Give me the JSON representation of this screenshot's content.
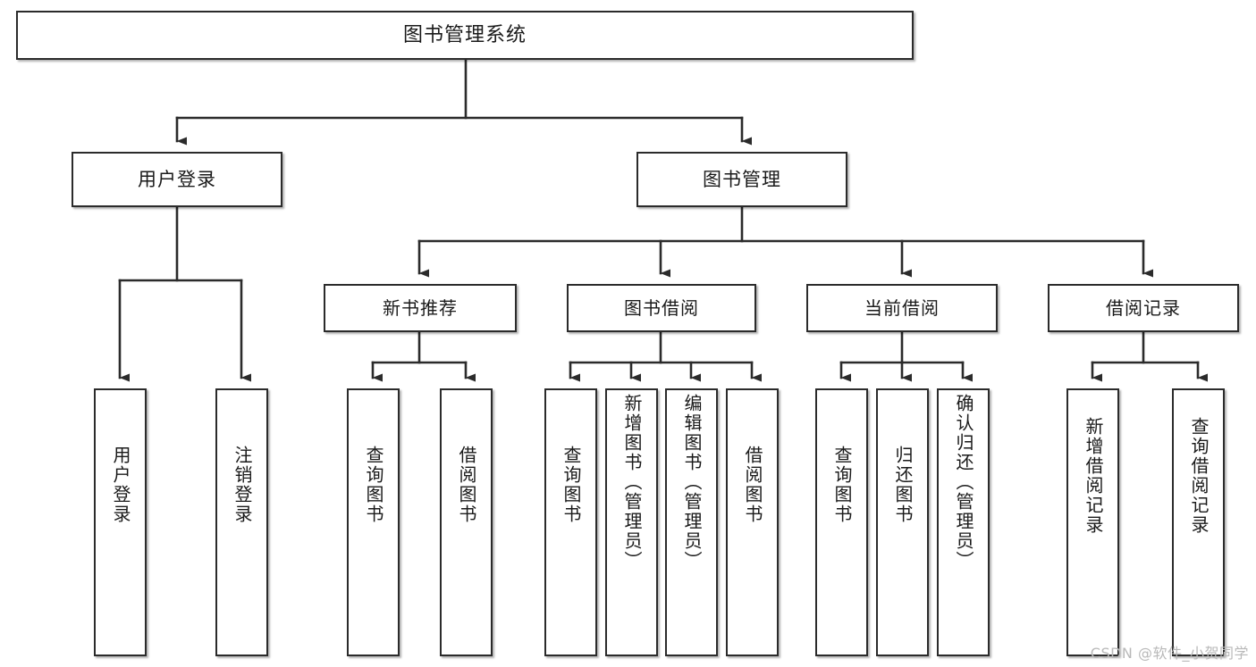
{
  "diagram": {
    "title": "图书管理系统",
    "type": "tree-hierarchy-chart",
    "stroke_color": "#2b2b2b",
    "fill_color": "#ffffff",
    "text_color": "#1a1a1a",
    "root": {
      "id": "root",
      "label": "图书管理系统"
    },
    "level1": [
      {
        "id": "user-login",
        "label": "用户登录"
      },
      {
        "id": "book-manage",
        "label": "图书管理"
      }
    ],
    "level2": [
      {
        "id": "new-book-recommend",
        "label": "新书推荐",
        "parent": "book-manage"
      },
      {
        "id": "book-borrow",
        "label": "图书借阅",
        "parent": "book-manage"
      },
      {
        "id": "current-borrow",
        "label": "当前借阅",
        "parent": "book-manage"
      },
      {
        "id": "borrow-record",
        "label": "借阅记录",
        "parent": "book-manage"
      }
    ],
    "leaves": [
      {
        "id": "leaf-user-login",
        "label": "用户登录",
        "parent": "user-login"
      },
      {
        "id": "leaf-user-logout",
        "label": "注销登录",
        "parent": "user-login"
      },
      {
        "id": "leaf-query-book-1",
        "label": "查询图书",
        "parent": "new-book-recommend"
      },
      {
        "id": "leaf-borrow-book-1",
        "label": "借阅图书",
        "parent": "new-book-recommend"
      },
      {
        "id": "leaf-query-book-2",
        "label": "查询图书",
        "parent": "book-borrow"
      },
      {
        "id": "leaf-add-book",
        "label": "新增图书（管理员）",
        "parent": "book-borrow"
      },
      {
        "id": "leaf-edit-book",
        "label": "编辑图书（管理员）",
        "parent": "book-borrow"
      },
      {
        "id": "leaf-borrow-book-2",
        "label": "借阅图书",
        "parent": "book-borrow"
      },
      {
        "id": "leaf-query-book-3",
        "label": "查询图书",
        "parent": "current-borrow"
      },
      {
        "id": "leaf-return-book",
        "label": "归还图书",
        "parent": "current-borrow"
      },
      {
        "id": "leaf-confirm-return",
        "label": "确认归还（管理员）",
        "parent": "current-borrow"
      },
      {
        "id": "leaf-add-record",
        "label": "新增借阅记录",
        "parent": "borrow-record"
      },
      {
        "id": "leaf-query-record",
        "label": "查询借阅记录",
        "parent": "borrow-record"
      }
    ]
  },
  "watermark": {
    "text": "CSDN @软件_小贺同学"
  }
}
